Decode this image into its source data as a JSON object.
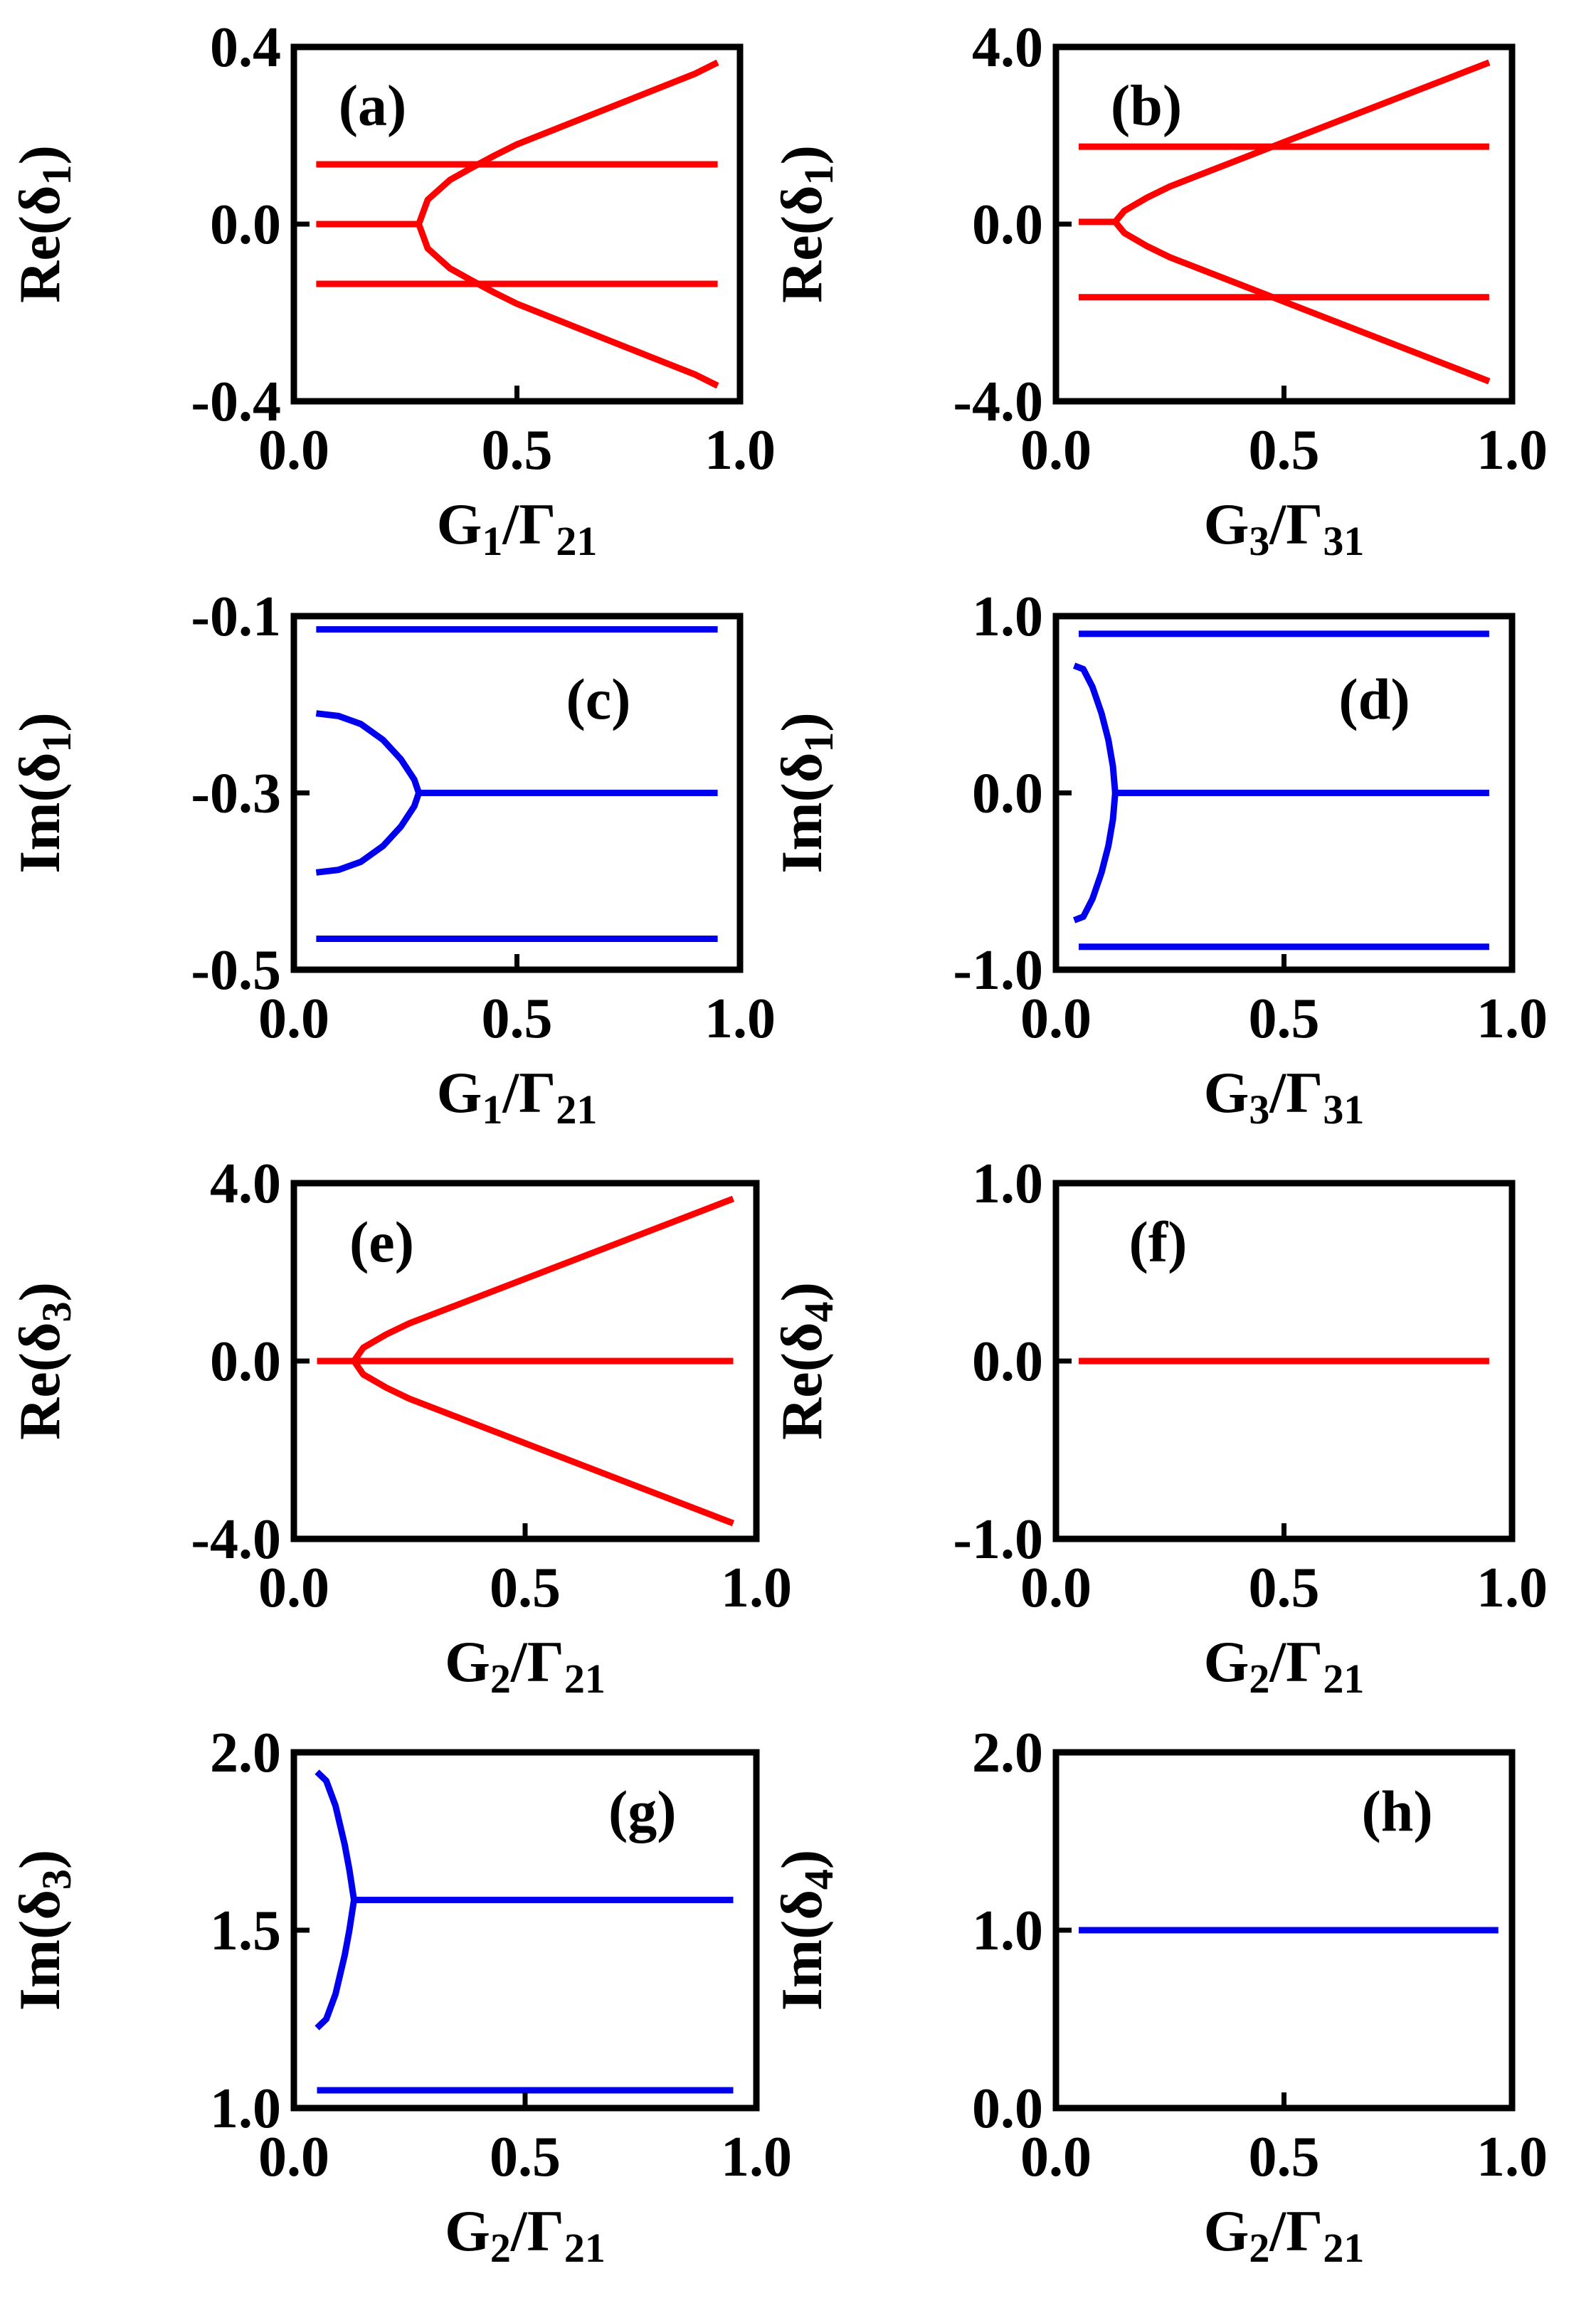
{
  "colors": {
    "re": "#ff0000",
    "im": "#0000ee",
    "axis": "#000000"
  },
  "chart_data": [
    {
      "type": "line",
      "panel": "(a)",
      "xlabel": {
        "main": "G",
        "sub1": "1",
        "sep": "/Γ",
        "sub2": "21"
      },
      "ylabel": {
        "main": "Re(δ",
        "sub": "1",
        "close": ")"
      },
      "xlim": [
        0.0,
        1.0
      ],
      "ylim": [
        -0.4,
        0.4
      ],
      "xticks": [
        0.0,
        0.5,
        1.0
      ],
      "xtick_labels": [
        "0.0",
        "0.5",
        "1.0"
      ],
      "yticks": [
        -0.4,
        0.0,
        0.4
      ],
      "ytick_labels": [
        "-0.4",
        "0.0",
        "0.4"
      ],
      "color": "re",
      "series": [
        {
          "x": [
            0.05,
            0.95
          ],
          "y": [
            0.135,
            0.135
          ]
        },
        {
          "x": [
            0.05,
            0.95
          ],
          "y": [
            -0.135,
            -0.135
          ]
        },
        {
          "x": [
            0.05,
            0.28
          ],
          "y": [
            0.0,
            0.0
          ]
        },
        {
          "x": [
            0.28,
            0.3,
            0.35,
            0.4,
            0.45,
            0.5,
            0.6,
            0.7,
            0.8,
            0.9,
            0.95
          ],
          "y": [
            0.0,
            0.055,
            0.1,
            0.128,
            0.155,
            0.18,
            0.22,
            0.26,
            0.3,
            0.34,
            0.365
          ]
        },
        {
          "x": [
            0.28,
            0.3,
            0.35,
            0.4,
            0.45,
            0.5,
            0.6,
            0.7,
            0.8,
            0.9,
            0.95
          ],
          "y": [
            0.0,
            -0.055,
            -0.1,
            -0.128,
            -0.155,
            -0.18,
            -0.22,
            -0.26,
            -0.3,
            -0.34,
            -0.365
          ]
        }
      ]
    },
    {
      "type": "line",
      "panel": "(b)",
      "xlabel": {
        "main": "G",
        "sub1": "3",
        "sep": "/Γ",
        "sub2": "31"
      },
      "ylabel": {
        "main": "Re(δ",
        "sub": "1",
        "close": ")"
      },
      "xlim": [
        0.0,
        1.0
      ],
      "ylim": [
        -4.0,
        4.0
      ],
      "xticks": [
        0.0,
        0.5,
        1.0
      ],
      "xtick_labels": [
        "0.0",
        "0.5",
        "1.0"
      ],
      "yticks": [
        -4.0,
        0.0,
        4.0
      ],
      "ytick_labels": [
        "-4.0",
        "0.0",
        "4.0"
      ],
      "color": "re",
      "series": [
        {
          "x": [
            0.05,
            0.95
          ],
          "y": [
            1.75,
            1.75
          ]
        },
        {
          "x": [
            0.05,
            0.95
          ],
          "y": [
            -1.65,
            -1.65
          ]
        },
        {
          "x": [
            0.05,
            0.13
          ],
          "y": [
            0.05,
            0.05
          ]
        },
        {
          "x": [
            0.13,
            0.15,
            0.2,
            0.25,
            0.3,
            0.4,
            0.5,
            0.6,
            0.7,
            0.8,
            0.9,
            0.95
          ],
          "y": [
            0.05,
            0.3,
            0.6,
            0.85,
            1.05,
            1.45,
            1.85,
            2.25,
            2.65,
            3.05,
            3.45,
            3.65
          ]
        },
        {
          "x": [
            0.13,
            0.15,
            0.2,
            0.25,
            0.3,
            0.4,
            0.5,
            0.6,
            0.7,
            0.8,
            0.9,
            0.95
          ],
          "y": [
            0.05,
            -0.2,
            -0.5,
            -0.75,
            -0.95,
            -1.35,
            -1.75,
            -2.15,
            -2.55,
            -2.95,
            -3.35,
            -3.55
          ]
        }
      ]
    },
    {
      "type": "line",
      "panel": "(c)",
      "xlabel": {
        "main": "G",
        "sub1": "1",
        "sep": "/Γ",
        "sub2": "21"
      },
      "ylabel": {
        "main": "Im(δ",
        "sub": "1",
        "close": ")"
      },
      "xlim": [
        0.0,
        1.0
      ],
      "ylim": [
        -0.5,
        -0.1
      ],
      "xticks": [
        0.0,
        0.5,
        1.0
      ],
      "xtick_labels": [
        "0.0",
        "0.5",
        "1.0"
      ],
      "yticks": [
        -0.5,
        -0.3,
        -0.1
      ],
      "ytick_labels": [
        "-0.5",
        "-0.3",
        "-0.1"
      ],
      "color": "im",
      "series": [
        {
          "x": [
            0.05,
            0.95
          ],
          "y": [
            -0.115,
            -0.115
          ]
        },
        {
          "x": [
            0.05,
            0.95
          ],
          "y": [
            -0.465,
            -0.465
          ]
        },
        {
          "x": [
            0.28,
            0.95
          ],
          "y": [
            -0.3,
            -0.3
          ]
        },
        {
          "x": [
            0.05,
            0.1,
            0.15,
            0.2,
            0.24,
            0.27,
            0.28
          ],
          "y": [
            -0.21,
            -0.213,
            -0.222,
            -0.24,
            -0.262,
            -0.285,
            -0.3
          ]
        },
        {
          "x": [
            0.05,
            0.1,
            0.15,
            0.2,
            0.24,
            0.27,
            0.28
          ],
          "y": [
            -0.39,
            -0.387,
            -0.378,
            -0.36,
            -0.338,
            -0.315,
            -0.3
          ]
        }
      ]
    },
    {
      "type": "line",
      "panel": "(d)",
      "xlabel": {
        "main": "G",
        "sub1": "3",
        "sep": "/Γ",
        "sub2": "31"
      },
      "ylabel": {
        "main": "Im(δ",
        "sub": "1",
        "close": ")"
      },
      "xlim": [
        0.0,
        1.0
      ],
      "ylim": [
        -1.0,
        1.0
      ],
      "xticks": [
        0.0,
        0.5,
        1.0
      ],
      "xtick_labels": [
        "0.0",
        "0.5",
        "1.0"
      ],
      "yticks": [
        -1.0,
        0.0,
        1.0
      ],
      "ytick_labels": [
        "-1.0",
        "0.0",
        "1.0"
      ],
      "color": "im",
      "series": [
        {
          "x": [
            0.05,
            0.95
          ],
          "y": [
            0.9,
            0.9
          ]
        },
        {
          "x": [
            0.05,
            0.95
          ],
          "y": [
            -0.87,
            -0.87
          ]
        },
        {
          "x": [
            0.13,
            0.95
          ],
          "y": [
            0.0,
            0.0
          ]
        },
        {
          "x": [
            0.04,
            0.06,
            0.08,
            0.1,
            0.115,
            0.125,
            0.13
          ],
          "y": [
            0.72,
            0.7,
            0.6,
            0.45,
            0.3,
            0.15,
            0.0
          ]
        },
        {
          "x": [
            0.04,
            0.06,
            0.08,
            0.1,
            0.115,
            0.125,
            0.13
          ],
          "y": [
            -0.72,
            -0.7,
            -0.6,
            -0.45,
            -0.3,
            -0.15,
            0.0
          ]
        }
      ]
    },
    {
      "type": "line",
      "panel": "(e)",
      "xlabel": {
        "main": "G",
        "sub1": "2",
        "sep": "/Γ",
        "sub2": "21"
      },
      "ylabel": {
        "main": "Re(δ",
        "sub": "3",
        "close": ")"
      },
      "xlim": [
        0.0,
        1.0
      ],
      "ylim": [
        -4.0,
        4.0
      ],
      "xticks": [
        0.0,
        0.5,
        1.0
      ],
      "xtick_labels": [
        "0.0",
        "0.5",
        "1.0"
      ],
      "yticks": [
        -4.0,
        0.0,
        4.0
      ],
      "ytick_labels": [
        "-4.0",
        "0.0",
        "4.0"
      ],
      "color": "re",
      "series": [
        {
          "x": [
            0.05,
            0.95
          ],
          "y": [
            0.0,
            0.0
          ]
        },
        {
          "x": [
            0.13,
            0.15,
            0.2,
            0.25,
            0.3,
            0.4,
            0.5,
            0.6,
            0.7,
            0.8,
            0.9,
            0.95
          ],
          "y": [
            0.0,
            0.3,
            0.6,
            0.85,
            1.05,
            1.45,
            1.85,
            2.25,
            2.65,
            3.05,
            3.45,
            3.65
          ]
        },
        {
          "x": [
            0.13,
            0.15,
            0.2,
            0.25,
            0.3,
            0.4,
            0.5,
            0.6,
            0.7,
            0.8,
            0.9,
            0.95
          ],
          "y": [
            0.0,
            -0.3,
            -0.6,
            -0.85,
            -1.05,
            -1.45,
            -1.85,
            -2.25,
            -2.65,
            -3.05,
            -3.45,
            -3.65
          ]
        }
      ]
    },
    {
      "type": "line",
      "panel": "(f)",
      "xlabel": {
        "main": "G",
        "sub1": "2",
        "sep": "/Γ",
        "sub2": "21"
      },
      "ylabel": {
        "main": "Re(δ",
        "sub": "4",
        "close": ")"
      },
      "xlim": [
        0.0,
        1.0
      ],
      "ylim": [
        -1.0,
        1.0
      ],
      "xticks": [
        0.0,
        0.5,
        1.0
      ],
      "xtick_labels": [
        "0.0",
        "0.5",
        "1.0"
      ],
      "yticks": [
        -1.0,
        0.0,
        1.0
      ],
      "ytick_labels": [
        "-1.0",
        "0.0",
        "1.0"
      ],
      "color": "re",
      "series": [
        {
          "x": [
            0.05,
            0.95
          ],
          "y": [
            0.0,
            0.0
          ]
        }
      ]
    },
    {
      "type": "line",
      "panel": "(g)",
      "xlabel": {
        "main": "G",
        "sub1": "2",
        "sep": "/Γ",
        "sub2": "21"
      },
      "ylabel": {
        "main": "Im(δ",
        "sub": "3",
        "close": ")"
      },
      "xlim": [
        0.0,
        1.0
      ],
      "ylim": [
        1.0,
        2.0
      ],
      "xticks": [
        0.0,
        0.5,
        1.0
      ],
      "xtick_labels": [
        "0.0",
        "0.5",
        "1.0"
      ],
      "yticks": [
        1.0,
        1.5,
        2.0
      ],
      "ytick_labels": [
        "1.0",
        "1.5",
        "2.0"
      ],
      "color": "im",
      "series": [
        {
          "x": [
            0.05,
            0.95
          ],
          "y": [
            1.05,
            1.05
          ]
        },
        {
          "x": [
            0.13,
            0.95
          ],
          "y": [
            1.585,
            1.585
          ]
        },
        {
          "x": [
            0.05,
            0.07,
            0.09,
            0.11,
            0.12,
            0.13
          ],
          "y": [
            1.945,
            1.92,
            1.85,
            1.74,
            1.67,
            1.585
          ]
        },
        {
          "x": [
            0.05,
            0.07,
            0.09,
            0.11,
            0.12,
            0.13
          ],
          "y": [
            1.225,
            1.25,
            1.32,
            1.43,
            1.5,
            1.585
          ]
        }
      ]
    },
    {
      "type": "line",
      "panel": "(h)",
      "xlabel": {
        "main": "G",
        "sub1": "2",
        "sep": "/Γ",
        "sub2": "21"
      },
      "ylabel": {
        "main": "Im(δ",
        "sub": "4",
        "close": ")"
      },
      "xlim": [
        0.0,
        1.0
      ],
      "ylim": [
        0.0,
        2.0
      ],
      "xticks": [
        0.0,
        0.5,
        1.0
      ],
      "xtick_labels": [
        "0.0",
        "0.5",
        "1.0"
      ],
      "yticks": [
        0.0,
        1.0,
        2.0
      ],
      "ytick_labels": [
        "0.0",
        "1.0",
        "2.0"
      ],
      "color": "im",
      "series": [
        {
          "x": [
            0.05,
            0.97
          ],
          "y": [
            1.0,
            1.0
          ]
        }
      ]
    }
  ]
}
